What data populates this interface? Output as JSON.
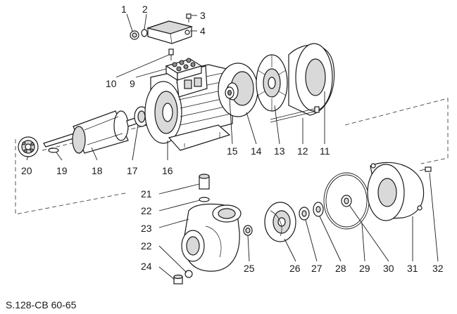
{
  "drawing_code": "S.128-CB 60-65",
  "callouts": [
    {
      "id": "1",
      "text": "1"
    },
    {
      "id": "2",
      "text": "2"
    },
    {
      "id": "3",
      "text": "3"
    },
    {
      "id": "4",
      "text": "4"
    },
    {
      "id": "9",
      "text": "9"
    },
    {
      "id": "10",
      "text": "10"
    },
    {
      "id": "11",
      "text": "11"
    },
    {
      "id": "12",
      "text": "12"
    },
    {
      "id": "13",
      "text": "13"
    },
    {
      "id": "14",
      "text": "14"
    },
    {
      "id": "15",
      "text": "15"
    },
    {
      "id": "16",
      "text": "16"
    },
    {
      "id": "17",
      "text": "17"
    },
    {
      "id": "18",
      "text": "18"
    },
    {
      "id": "19",
      "text": "19"
    },
    {
      "id": "20",
      "text": "20"
    },
    {
      "id": "21",
      "text": "21"
    },
    {
      "id": "22a",
      "text": "22"
    },
    {
      "id": "22b",
      "text": "22"
    },
    {
      "id": "23",
      "text": "23"
    },
    {
      "id": "24",
      "text": "24"
    },
    {
      "id": "25",
      "text": "25"
    },
    {
      "id": "26",
      "text": "26"
    },
    {
      "id": "27",
      "text": "27"
    },
    {
      "id": "28",
      "text": "28"
    },
    {
      "id": "29",
      "text": "29"
    },
    {
      "id": "30",
      "text": "30"
    },
    {
      "id": "31",
      "text": "31"
    },
    {
      "id": "32",
      "text": "32"
    }
  ]
}
